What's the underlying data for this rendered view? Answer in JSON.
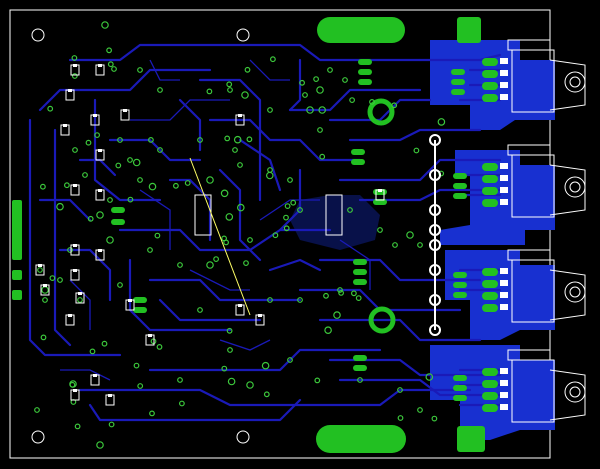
{
  "view": {
    "background": "#000000",
    "board_outline": "#ffffff",
    "copper_top": "#1a1ab8",
    "copper_fill": "#1830d0",
    "pad_green": "#22c022",
    "via_green": "#3cc83c",
    "silkscreen": "#ffffff",
    "ratsnest": "#ffff66"
  },
  "components": {
    "connectors": [
      "jack-1",
      "jack-2",
      "jack-3",
      "jack-4"
    ],
    "mounting_holes": 4,
    "chips": [
      "ic-left",
      "ic-right"
    ]
  }
}
